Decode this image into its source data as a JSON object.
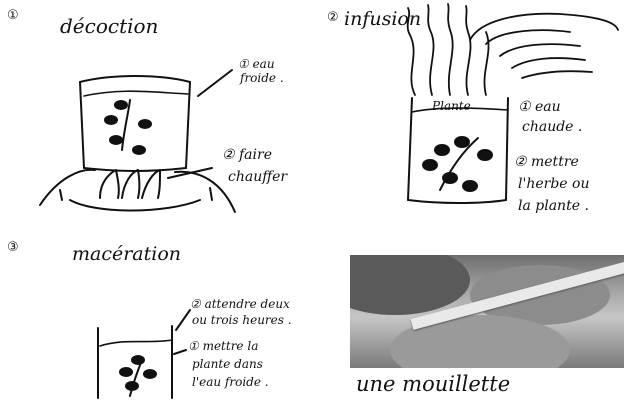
{
  "decoction": {
    "number": "①",
    "title": "décoction",
    "label_cold_water_1": "① eau",
    "label_cold_water_2": "froide .",
    "label_heat_1": "② faire",
    "label_heat_2": "chauffer"
  },
  "infusion": {
    "number": "②",
    "title": "infusion",
    "pot_label": "Plante",
    "label_hot_water_1": "① eau",
    "label_hot_water_2": "chaude .",
    "label_put_1": "② mettre",
    "label_put_2": "l'herbe ou",
    "label_put_3": "la plante ."
  },
  "maceration": {
    "number": "③",
    "title": "macération",
    "label_wait_1": "② attendre deux",
    "label_wait_2": "ou trois heures .",
    "label_put_1": "① mettre la",
    "label_put_2": "plante dans",
    "label_put_3": "l'eau froide ."
  },
  "photo": {
    "caption": "une mouillette"
  }
}
